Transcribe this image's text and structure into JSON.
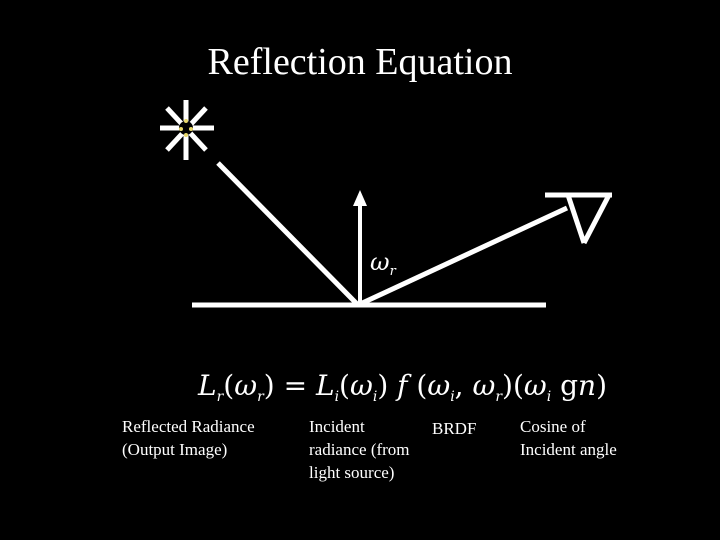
{
  "title": "Reflection Equation",
  "omega_r_label": "ωr",
  "equation": "Lr(ωr) = Li(ωi) f(ωi, ωr)(ωi g n)",
  "labels": {
    "reflected_radiance": "Reflected Radiance\n(Output Image)",
    "incident_radiance": "Incident\nradiance (from\nlight source)",
    "brdf": "BRDF",
    "cosine": "Cosine of\nIncident angle"
  },
  "colors": {
    "background": "#000000",
    "foreground": "#ffffff",
    "light_core": "#e8d86a"
  },
  "icons": [
    "sun-icon",
    "eye-icon"
  ]
}
